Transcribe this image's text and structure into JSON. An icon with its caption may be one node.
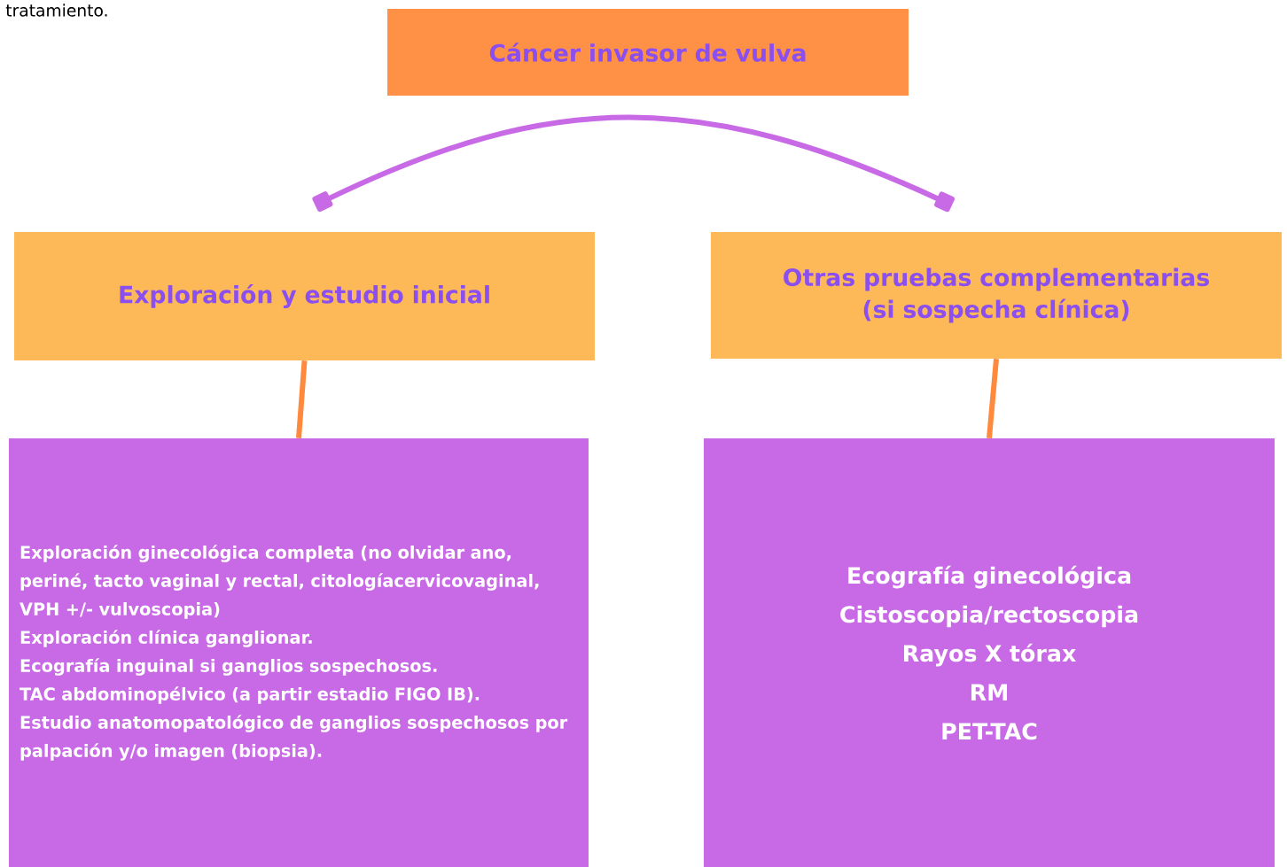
{
  "diagram": {
    "nodes": [
      {
        "text": [
          "Cáncer invasor de vulva"
        ]
      },
      {
        "text": [
          "Exploración y estudio inicial"
        ]
      },
      {
        "text": [
          "Otras pruebas complementarias (si sospecha clínica)"
        ]
      },
      {
        "text": [
          "Exploración ginecológica completa (no olvidar ano, periné, tacto vaginal y rectal, citologíacervicovaginal, VPH +/- vulvoscopia)",
          "Exploración clínica ganglionar.",
          "Ecografía inguinal si ganglios sospechosos.",
          "TAC abdominopélvico (a partir estadio FIGO IB).",
          "Estudio anatomopatológico de ganglios sospechosos por palpación y/o imagen (biopsia)."
        ]
      },
      {
        "text": [
          "Ecografía ginecológica",
          "Cistoscopia/rectoscopia",
          "Rayos X tórax",
          "RM",
          "PET-TAC"
        ]
      }
    ],
    "edges": [
      {
        "from": 1,
        "to": 2,
        "arrow": "other",
        "color": "#c86ae6"
      },
      {
        "from": 1,
        "to": 3,
        "arrow": "none"
      },
      {
        "from": 2,
        "to": 4,
        "arrow": "none"
      }
    ],
    "labels": [
      "tratamiento."
    ]
  }
}
